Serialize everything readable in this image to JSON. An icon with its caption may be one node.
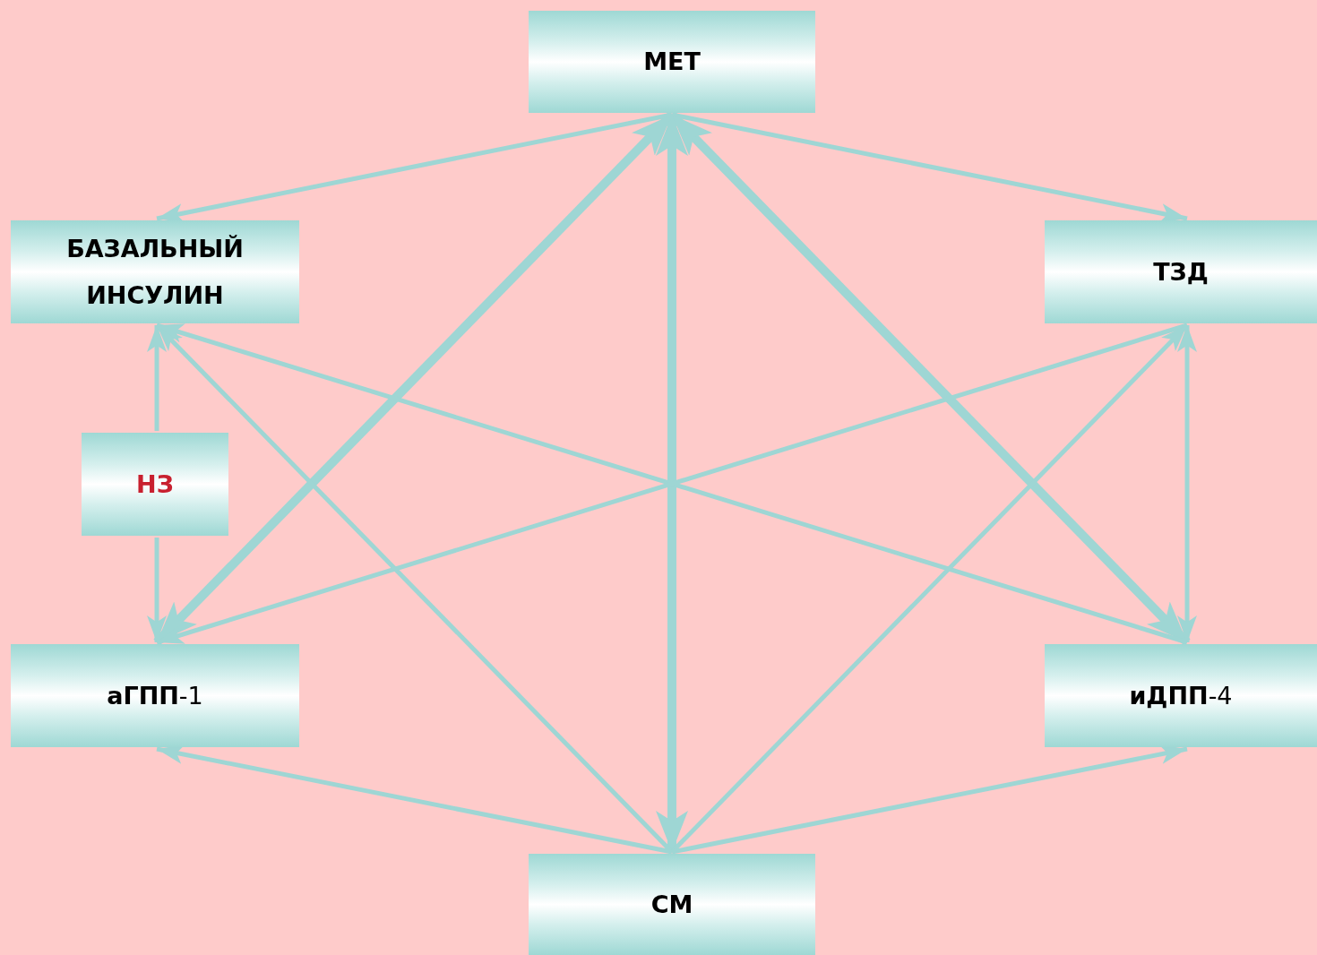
{
  "diagram": {
    "nodes": [
      {
        "text": [
          "МЕТ"
        ]
      },
      {
        "text": [
          "БАЗАЛЬНЫЙ ИНСУЛИН"
        ]
      },
      {
        "text": [
          "ТЗД"
        ]
      },
      {
        "text": [
          "НЗ"
        ]
      },
      {
        "text": [
          "**аГПП**-1"
        ]
      },
      {
        "text": [
          "**иДПП**-4"
        ]
      },
      {
        "text": [
          "СМ"
        ]
      }
    ],
    "edges": [
      {
        "from": 0,
        "to": 1,
        "arrow": "to"
      },
      {
        "from": 0,
        "to": 2,
        "arrow": "to"
      },
      {
        "from": 0,
        "to": 4,
        "arrow": "both",
        "style": "thick"
      },
      {
        "from": 0,
        "to": 6,
        "arrow": "both",
        "style": "thick"
      },
      {
        "from": 0,
        "to": 5,
        "arrow": "both",
        "style": "thick"
      },
      {
        "from": 3,
        "to": 1,
        "arrow": "to"
      },
      {
        "from": 3,
        "to": 4,
        "arrow": "to"
      },
      {
        "from": 6,
        "to": 1,
        "arrow": "to"
      },
      {
        "from": 5,
        "to": 1,
        "arrow": "to"
      },
      {
        "from": 2,
        "to": 4,
        "arrow": "to"
      },
      {
        "from": 6,
        "to": 2,
        "arrow": "to"
      },
      {
        "from": 5,
        "to": 2,
        "arrow": "both"
      },
      {
        "from": 6,
        "to": 4,
        "arrow": "to"
      },
      {
        "from": 6,
        "to": 5,
        "arrow": "to"
      }
    ]
  }
}
